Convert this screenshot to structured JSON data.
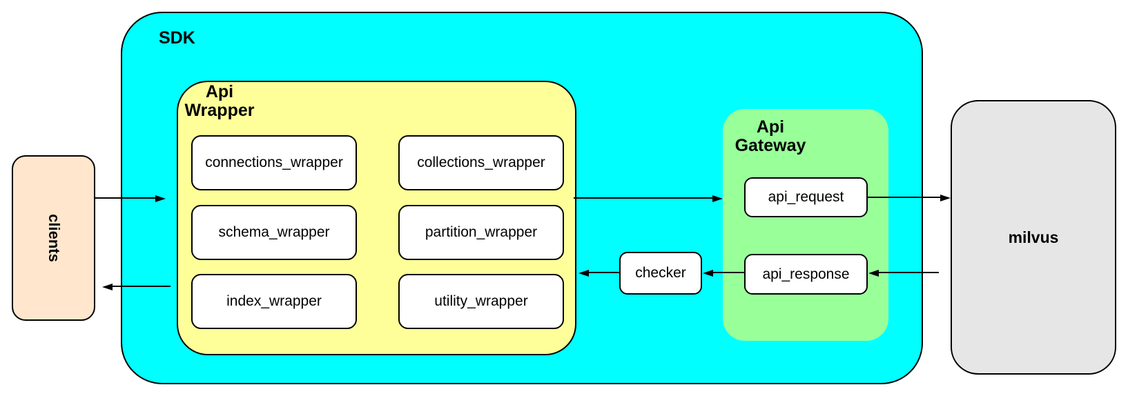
{
  "diagram": {
    "clients": {
      "label": "clients"
    },
    "sdk": {
      "label": "SDK"
    },
    "api_wrapper": {
      "title_line1": "Api",
      "title_line2": "Wrapper",
      "modules": [
        "connections_wrapper",
        "collections_wrapper",
        "schema_wrapper",
        "partition_wrapper",
        "index_wrapper",
        "utility_wrapper"
      ]
    },
    "checker": {
      "label": "checker"
    },
    "api_gateway": {
      "title_line1": "Api",
      "title_line2": "Gateway",
      "request_label": "api_request",
      "response_label": "api_response"
    },
    "milvus": {
      "label": "milvus"
    },
    "edges": [
      {
        "from": "clients",
        "to": "sdk"
      },
      {
        "from": "sdk",
        "to": "clients"
      },
      {
        "from": "api-wrapper",
        "to": "api-gateway"
      },
      {
        "from": "api-request",
        "to": "milvus"
      },
      {
        "from": "milvus",
        "to": "api-response"
      },
      {
        "from": "api-response",
        "to": "checker"
      },
      {
        "from": "checker",
        "to": "api-wrapper"
      }
    ],
    "colors": {
      "sdk_fill": "#00FFFF",
      "api_wrapper_fill": "#FFFF99",
      "api_gateway_fill": "#99FF99",
      "clients_fill": "#FFE6CC",
      "milvus_fill": "#E6E6E6",
      "node_fill": "#FFFFFF",
      "border": "#000000"
    }
  }
}
